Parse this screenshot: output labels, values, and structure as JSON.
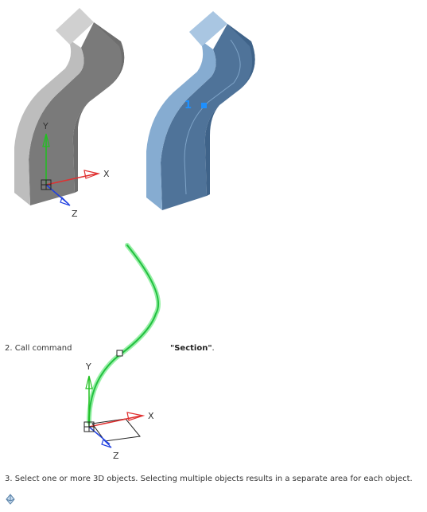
{
  "figure_top": {
    "left_axes": {
      "x_label": "X",
      "y_label": "Y",
      "z_label": "Z"
    },
    "right_marker": {
      "label": "1"
    }
  },
  "figure_path": {
    "axes": {
      "x_label": "X",
      "y_label": "Y",
      "z_label": "Z"
    }
  },
  "steps": {
    "step2_text": "2. Call command",
    "step2_command": "\"Section\"",
    "step2_suffix": ".",
    "step3_text": "3. Select one or more 3D objects. Selecting multiple objects results in a separate area for each object."
  },
  "colors": {
    "gray_solid": "#8a8a8a",
    "blue_solid": "#5a82a8",
    "path_green": "#3ee05a",
    "axis_red": "#e03030",
    "axis_green": "#20c020",
    "axis_blue": "#2040e0",
    "marker_blue": "#1e90ff"
  },
  "icons": {
    "bottom_icon": "tool-icon"
  }
}
